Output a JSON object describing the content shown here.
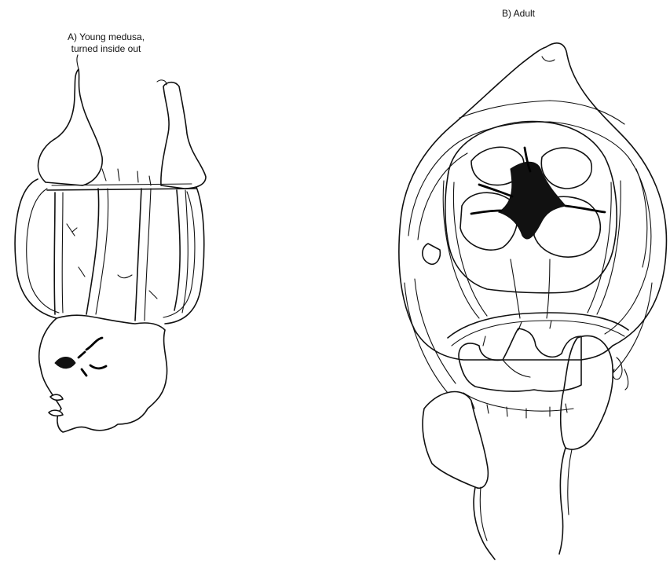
{
  "figure": {
    "panel_a": {
      "caption_line1": "A) Young medusa,",
      "caption_line2": "turned inside out"
    },
    "panel_b": {
      "caption": "B) Adult"
    }
  }
}
